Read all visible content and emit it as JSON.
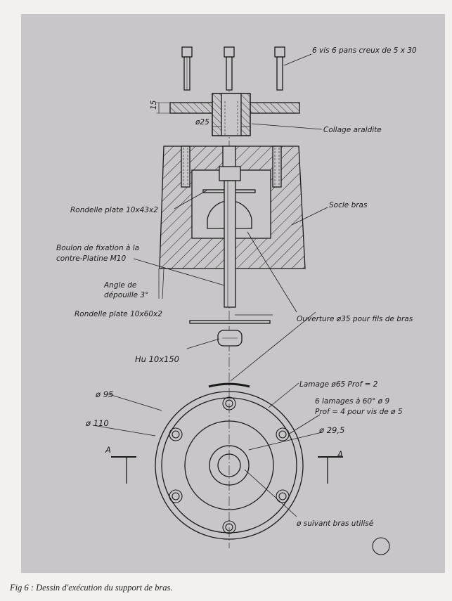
{
  "labels": {
    "screws": "6 vis 6 pans creux de 5 x 30",
    "dim_15": "15",
    "dim_25": "ø25",
    "glue": "Collage araldite",
    "socle": "Socle bras",
    "washer_top": "Rondelle plate 10x43x2",
    "bolt_1": "Boulon de fixation à la",
    "bolt_2": "contre-Platine M10",
    "draft_1": "Angle de",
    "draft_2": "dépouille 3°",
    "washer_bottom": "Rondelle plate 10x60x2",
    "opening": "Ouverture ø35 pour fils de bras",
    "nut": "Hu 10x150",
    "counterbore": "Lamage ø65 Prof = 2",
    "bores_1": "6 lamages à 60° ø 9",
    "bores_2": "Prof = 4 pour vis de ø 5",
    "d95": "ø 95",
    "d110": "ø 110",
    "d29": "ø 29,5",
    "section_a": "A",
    "suivant": "ø suivant bras utilisé"
  },
  "caption": "Fig 6 : Dessin d'exécution du support de bras.",
  "colors": {
    "paper": "#c9c6c9",
    "ink": "#1a1a1a",
    "border": "#f3f1ef"
  }
}
